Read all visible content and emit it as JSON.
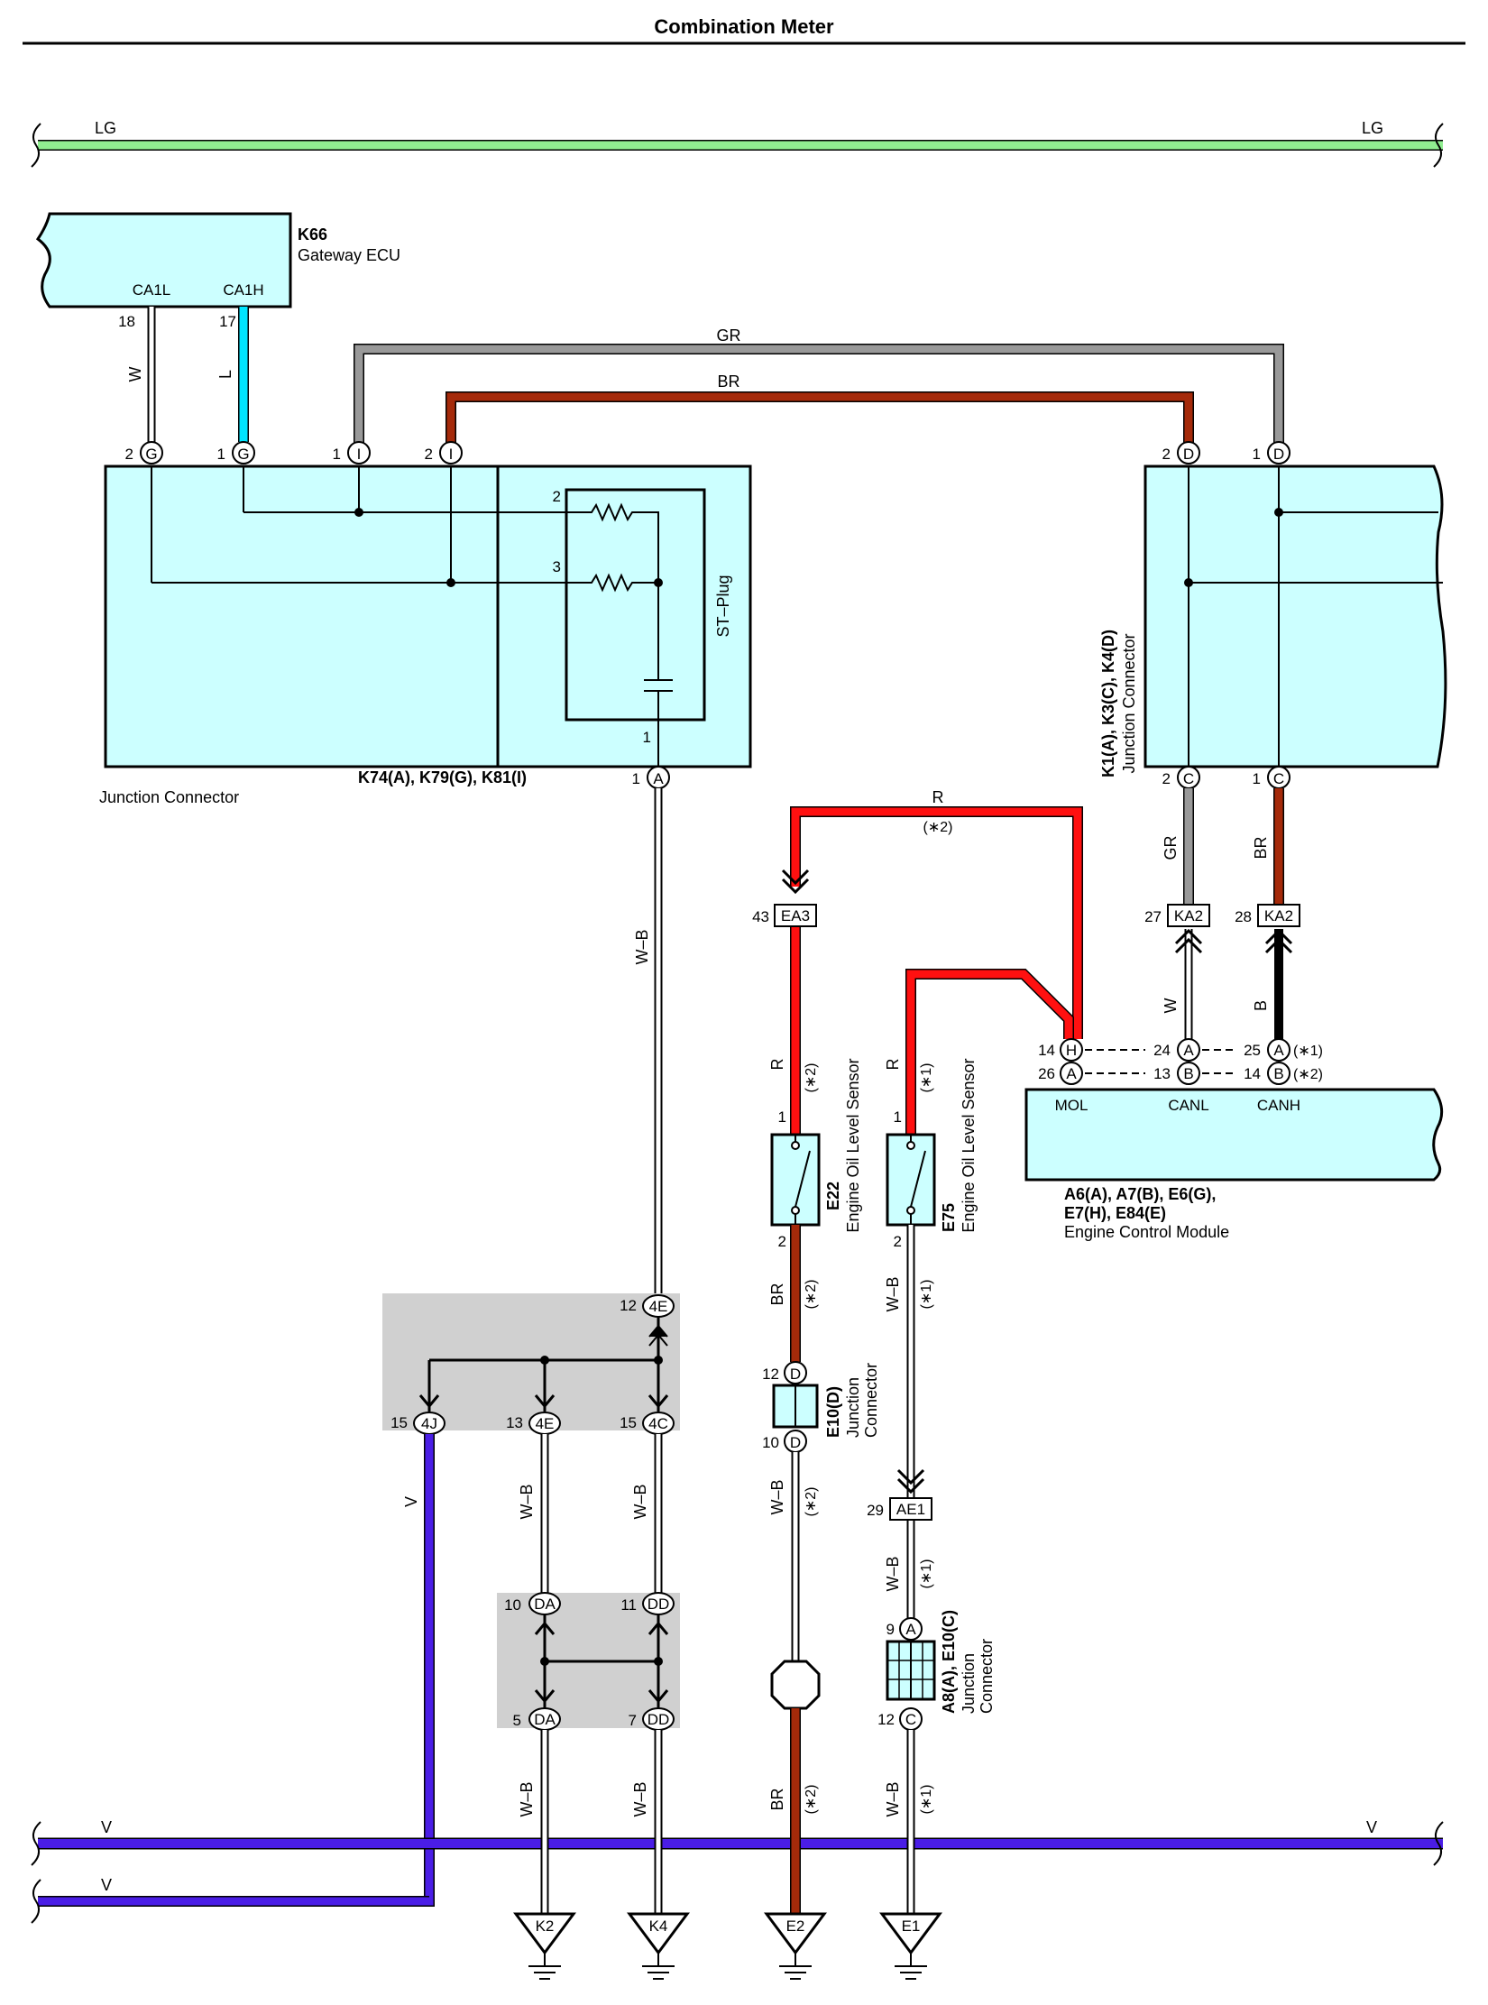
{
  "title": "Combination Meter",
  "colors": {
    "LG": "#90ee90",
    "L": "#00e5ff",
    "GR": "#999999",
    "BR": "#a52a0a",
    "R": "#ff1010",
    "V": "#4a1de6",
    "W": "#ffffff",
    "B": "#000000",
    "box": "#ccffff",
    "splice": "#d0d0d0"
  },
  "wire_labels": {
    "lg_left": "LG",
    "lg_right": "LG",
    "w_k66": "W",
    "l_k66": "L",
    "gr_top": "GR",
    "br_top": "BR",
    "wb_main": "W–B",
    "r_top": "R",
    "star2_r_top": "(∗2)",
    "gr_ka2": "GR",
    "br_ka2": "BR",
    "w_ka2": "W",
    "b_ka2": "B",
    "r_e22": "R",
    "star2_r_e22": "(∗2)",
    "r_e75": "R",
    "star1_r_e75": "(∗1)",
    "br_e22_lower": "BR",
    "star2_br_e22_lower": "(∗2)",
    "wb_e75_lower": "W–B",
    "star1_wb_e75_lower": "(∗1)",
    "wb_e10d": "W–B",
    "star2_wb_e10d": "(∗2)",
    "wb_ae1": "W–B",
    "star1_wb_ae1": "(∗1)",
    "v_left": "V",
    "wb_4e": "W–B",
    "wb_4c": "W–B",
    "wb_da": "W–B",
    "wb_dd": "W–B",
    "br_e2": "BR",
    "star2_br_e2": "(∗2)",
    "wb_e1": "W–B",
    "star1_wb_e1": "(∗1)",
    "v_bus1_left": "V",
    "v_bus1_right": "V",
    "v_bus2_left": "V"
  },
  "components": {
    "k66": {
      "code": "K66",
      "name": "Gateway ECU",
      "t1": "CA1L",
      "t2": "CA1H",
      "p1": "18",
      "p2": "17"
    },
    "k74": {
      "code": "K74(A), K79(G), K81(I)",
      "name": "Junction Connector",
      "pins": {
        "g2n": "2",
        "g2": "G",
        "g1n": "1",
        "g1": "G",
        "i1n": "1",
        "i1": "I",
        "i2n": "2",
        "i2": "I",
        "a1n": "1",
        "a1": "A"
      }
    },
    "stplug": {
      "name": "ST–Plug",
      "p2": "2",
      "p3": "3",
      "p1": "1"
    },
    "k1": {
      "line1": "K1(A), K3(C), K4(D)",
      "line2": "Junction Connector",
      "pins": {
        "d2n": "2",
        "d2": "D",
        "d1n": "1",
        "d1": "D",
        "c2n": "2",
        "c2": "C",
        "c1n": "1",
        "c1": "C"
      }
    },
    "ea3": {
      "pin": "43",
      "label": "EA3"
    },
    "ka2a": {
      "pin": "27",
      "label": "KA2"
    },
    "ka2b": {
      "pin": "28",
      "label": "KA2"
    },
    "ecm": {
      "codes1": "A6(A), A7(B), E6(G),",
      "codes2": "E7(H), E84(E)",
      "name": "Engine Control Module",
      "t1": "MOL",
      "t2": "CANL",
      "t3": "CANH",
      "pins": {
        "h14n": "14",
        "h": "H",
        "a26n": "26",
        "a": "A",
        "a24n": "24",
        "a24": "A",
        "b13n": "13",
        "b13": "B",
        "a25n": "25",
        "a25": "A",
        "b14n": "14",
        "b14": "B",
        "s1": "(∗1)",
        "s2": "(∗2)"
      }
    },
    "e22": {
      "code": "E22",
      "name": "Engine Oil Level Sensor",
      "p1": "1",
      "p2": "2"
    },
    "e75": {
      "code": "E75",
      "name": "Engine Oil Level Sensor",
      "p1": "1",
      "p2": "2"
    },
    "e10d": {
      "code": "E10(D)",
      "name1": "Junction",
      "name2": "Connector",
      "p12n": "12",
      "p12": "D",
      "p10n": "10",
      "p10": "D"
    },
    "ae1": {
      "pin": "29",
      "label": "AE1"
    },
    "a8": {
      "code": "A8(A), E10(C)",
      "name1": "Junction",
      "name2": "Connector",
      "p9n": "9",
      "p9": "A",
      "p12n": "12",
      "p12": "C"
    },
    "splice1": {
      "p12n": "12",
      "p12": "4E",
      "p15n": "15",
      "p4j": "4J",
      "p13n": "13",
      "p4e": "4E",
      "p15bn": "15",
      "p4c": "4C"
    },
    "splice2": {
      "p10n": "10",
      "p10": "DA",
      "p11n": "11",
      "p11": "DD",
      "p5n": "5",
      "p5": "DA",
      "p7n": "7",
      "p7": "DD"
    },
    "grounds": {
      "k2": "K2",
      "k4": "K4",
      "e2": "E2",
      "e1": "E1"
    }
  }
}
